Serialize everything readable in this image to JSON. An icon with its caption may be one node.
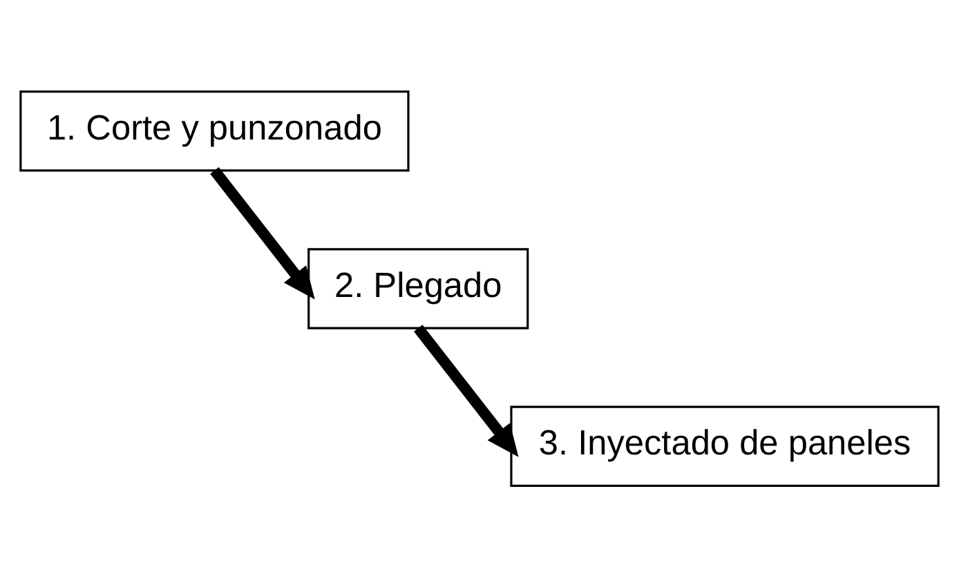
{
  "diagram": {
    "nodes": [
      {
        "text": [
          "1. Corte y punzonado"
        ]
      },
      {
        "text": [
          "2. Plegado"
        ]
      },
      {
        "text": [
          "3. Inyectado de paneles"
        ]
      }
    ],
    "edges": [
      {
        "from": 0,
        "to": 1,
        "arrow": "to"
      },
      {
        "from": 1,
        "to": 2,
        "arrow": "to"
      }
    ]
  }
}
